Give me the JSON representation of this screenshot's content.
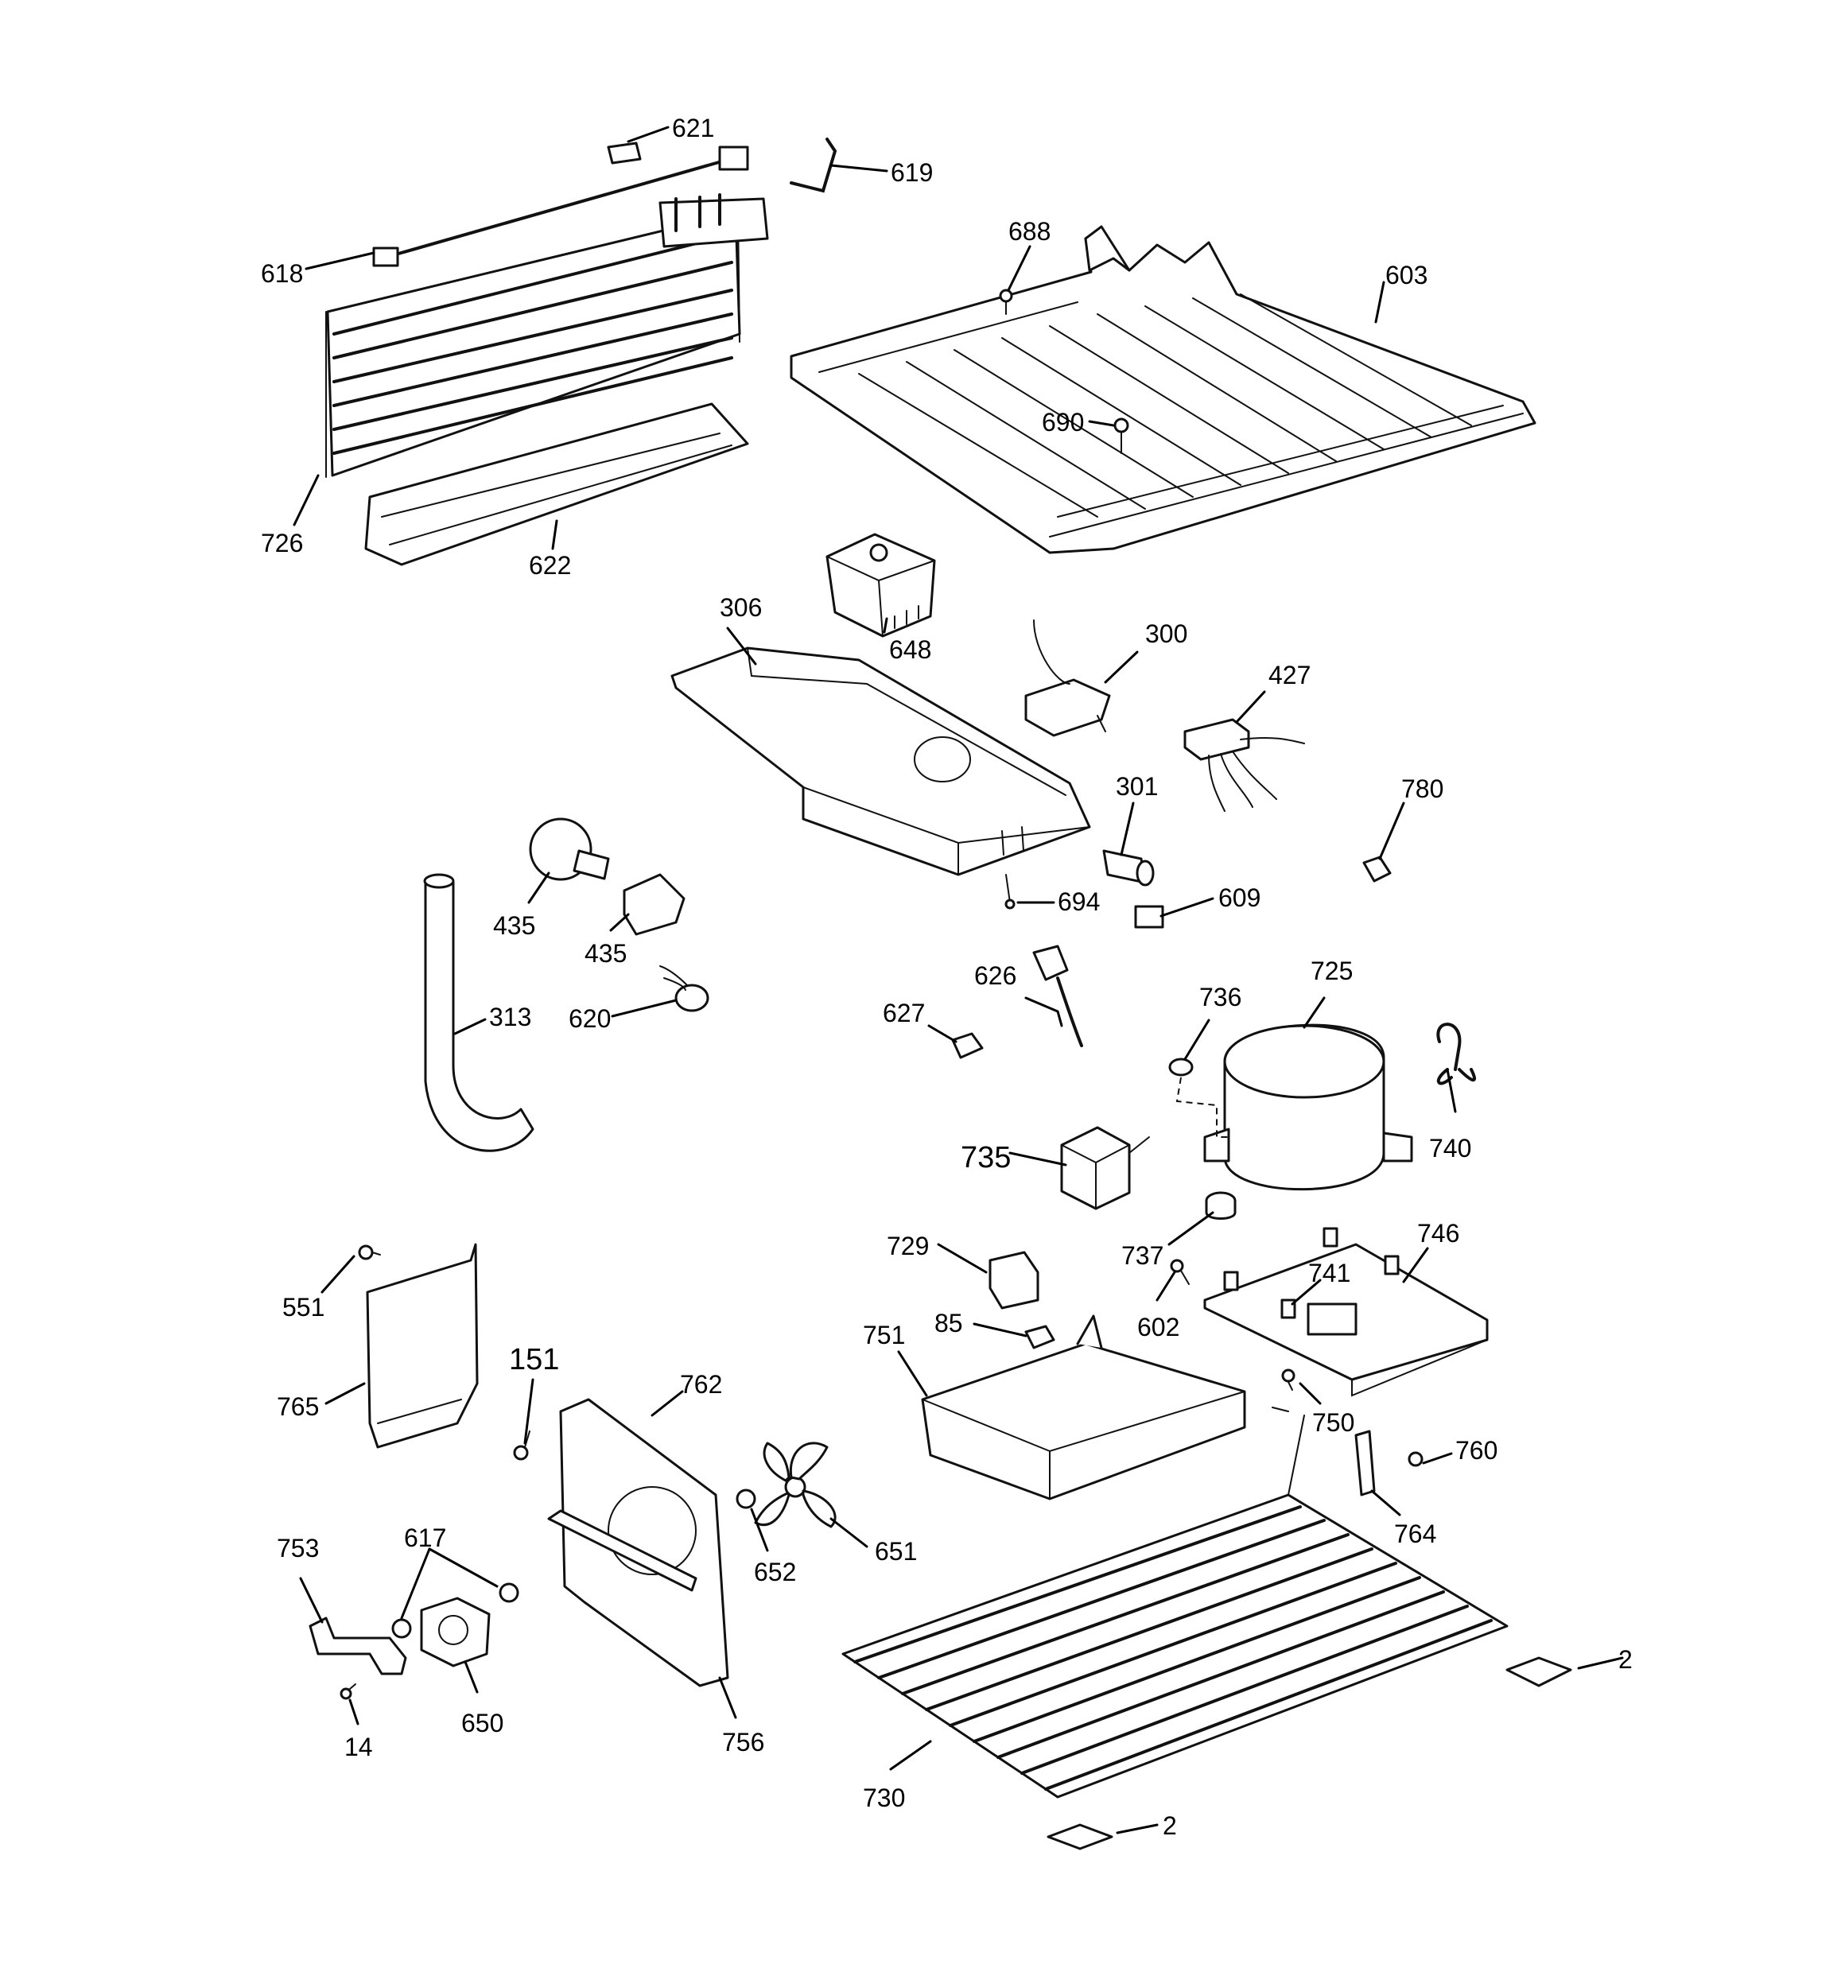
{
  "callouts": [
    {
      "id": "c603",
      "label": "603"
    },
    {
      "id": "c618",
      "label": "618"
    },
    {
      "id": "c619",
      "label": "619"
    },
    {
      "id": "c621",
      "label": "621"
    },
    {
      "id": "c622",
      "label": "622"
    },
    {
      "id": "c688",
      "label": "688"
    },
    {
      "id": "c690",
      "label": "690"
    },
    {
      "id": "c726",
      "label": "726"
    },
    {
      "id": "c306",
      "label": "306"
    },
    {
      "id": "c648",
      "label": "648"
    },
    {
      "id": "c300",
      "label": "300"
    },
    {
      "id": "c427",
      "label": "427"
    },
    {
      "id": "c301",
      "label": "301"
    },
    {
      "id": "c780",
      "label": "780"
    },
    {
      "id": "c694",
      "label": "694"
    },
    {
      "id": "c609",
      "label": "609"
    },
    {
      "id": "c435a",
      "label": "435"
    },
    {
      "id": "c435b",
      "label": "435"
    },
    {
      "id": "c313",
      "label": "313"
    },
    {
      "id": "c620",
      "label": "620"
    },
    {
      "id": "c626",
      "label": "626"
    },
    {
      "id": "c627",
      "label": "627"
    },
    {
      "id": "c725",
      "label": "725"
    },
    {
      "id": "c736",
      "label": "736"
    },
    {
      "id": "c740",
      "label": "740"
    },
    {
      "id": "c735",
      "label": "735"
    },
    {
      "id": "c737",
      "label": "737"
    },
    {
      "id": "c729",
      "label": "729"
    },
    {
      "id": "c746",
      "label": "746"
    },
    {
      "id": "c741",
      "label": "741"
    },
    {
      "id": "c602",
      "label": "602"
    },
    {
      "id": "c85",
      "label": "85"
    },
    {
      "id": "c751",
      "label": "751"
    },
    {
      "id": "c551",
      "label": "551"
    },
    {
      "id": "c765",
      "label": "765"
    },
    {
      "id": "c151",
      "label": "151"
    },
    {
      "id": "c762",
      "label": "762"
    },
    {
      "id": "c750",
      "label": "750"
    },
    {
      "id": "c760",
      "label": "760"
    },
    {
      "id": "c764",
      "label": "764"
    },
    {
      "id": "c652",
      "label": "652"
    },
    {
      "id": "c651",
      "label": "651"
    },
    {
      "id": "c753",
      "label": "753"
    },
    {
      "id": "c617",
      "label": "617"
    },
    {
      "id": "c650",
      "label": "650"
    },
    {
      "id": "c14",
      "label": "14"
    },
    {
      "id": "c756",
      "label": "756"
    },
    {
      "id": "c730",
      "label": "730"
    },
    {
      "id": "c2a",
      "label": "2"
    },
    {
      "id": "c2b",
      "label": "2"
    }
  ]
}
